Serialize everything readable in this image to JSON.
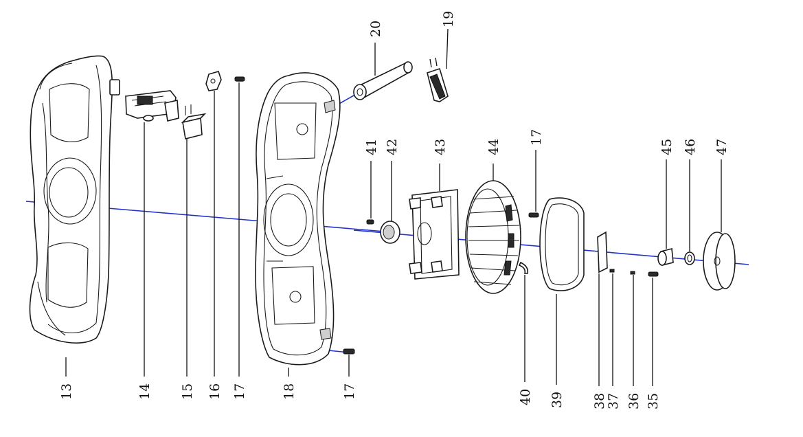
{
  "colors": {
    "axis": "#2231c9",
    "line": "#1a1a1a",
    "background": "#ffffff"
  },
  "labels": {
    "p13": "13",
    "p14": "14",
    "p15": "15",
    "p16": "16",
    "p17a": "17",
    "p18": "18",
    "p17b": "17",
    "p20": "20",
    "p19": "19",
    "p41": "41",
    "p42": "42",
    "p43": "43",
    "p44": "44",
    "p17c": "17",
    "p45": "45",
    "p46": "46",
    "p47": "47",
    "p40": "40",
    "p39": "39",
    "p38": "38",
    "p37": "37",
    "p36": "36",
    "p35": "35"
  }
}
